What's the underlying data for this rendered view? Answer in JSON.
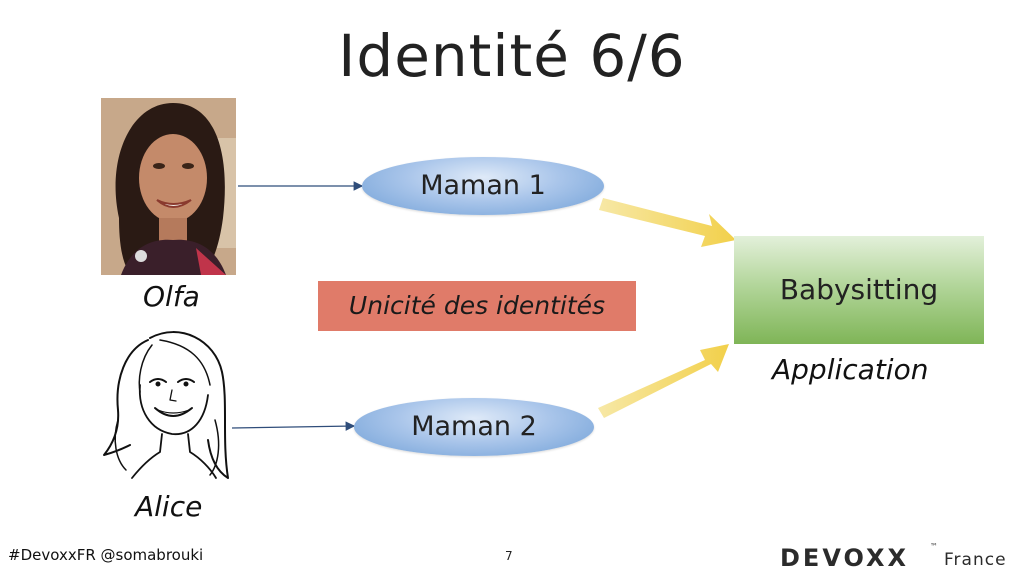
{
  "title": "Identité 6/6",
  "people": {
    "person1": "Olfa",
    "person2": "Alice"
  },
  "identities": {
    "identity1": "Maman 1",
    "identity2": "Maman 2"
  },
  "note": "Unicité des identités",
  "app": {
    "name": "Babysitting",
    "label": "Application"
  },
  "footer": {
    "handle": "#DevoxxFR @somabrouki",
    "page": "7",
    "logo_text": "DEVOXX",
    "logo_sub": "France",
    "logo_tm": "™"
  },
  "colors": {
    "ellipse": "#8fb4e3",
    "note_bg": "#e07b69",
    "app_box": "#9cc67e",
    "big_arrow": "#f5d65c"
  }
}
